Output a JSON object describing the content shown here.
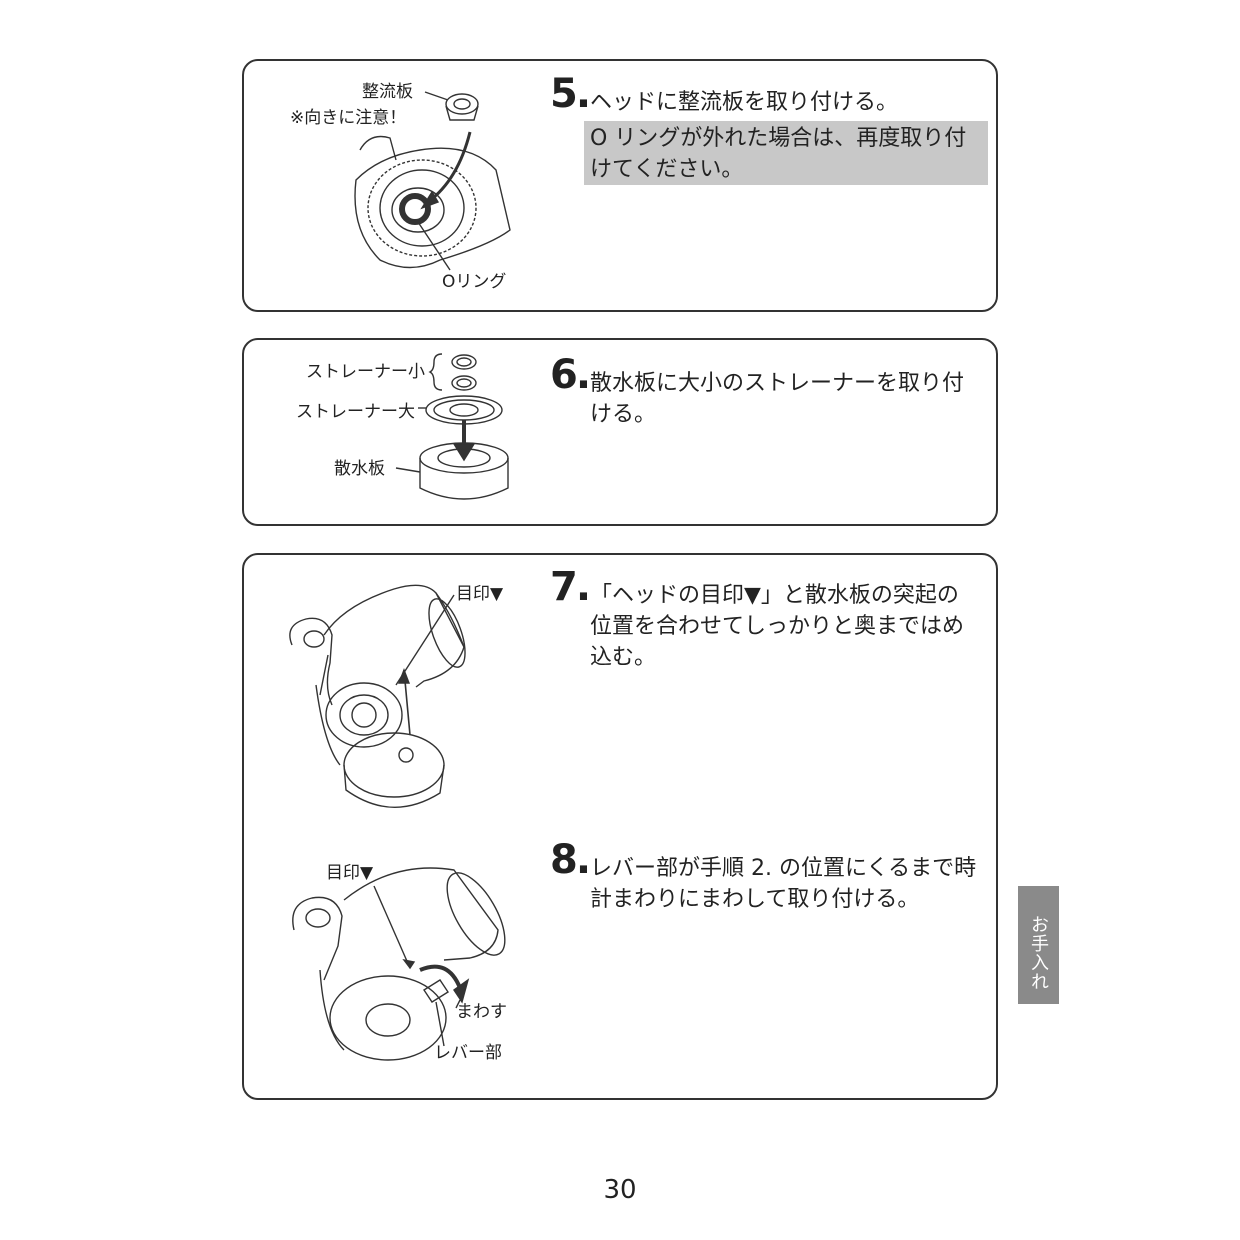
{
  "step5": {
    "number": "5.",
    "text": "ヘッドに整流板を取り付ける。",
    "note": "O リングが外れた場合は、再度取り付けてください。",
    "label_plate": "整流板",
    "label_caution": "※向きに注意！",
    "label_oring": "Oリング"
  },
  "step6": {
    "number": "6.",
    "text": "散水板に大小のストレーナーを取り付ける。",
    "label_small": "ストレーナー小",
    "label_large": "ストレーナー大",
    "label_plate": "散水板"
  },
  "step7": {
    "number": "7.",
    "text": "「ヘッドの目印▼」と散水板の突起の位置を合わせてしっかりと奥まではめ込む。",
    "label_mark": "目印▼"
  },
  "step8": {
    "number": "8.",
    "text": "レバー部が手順 2. の位置にくるまで時計まわりにまわして取り付ける。",
    "label_mark": "目印▼",
    "label_turn": "まわす",
    "label_lever": "レバー部"
  },
  "side_tab": "お手入れ",
  "page_number": "30",
  "colors": {
    "note_bg": "#c8c8c8",
    "tab_bg": "#8a8a8a",
    "line": "#333333"
  }
}
